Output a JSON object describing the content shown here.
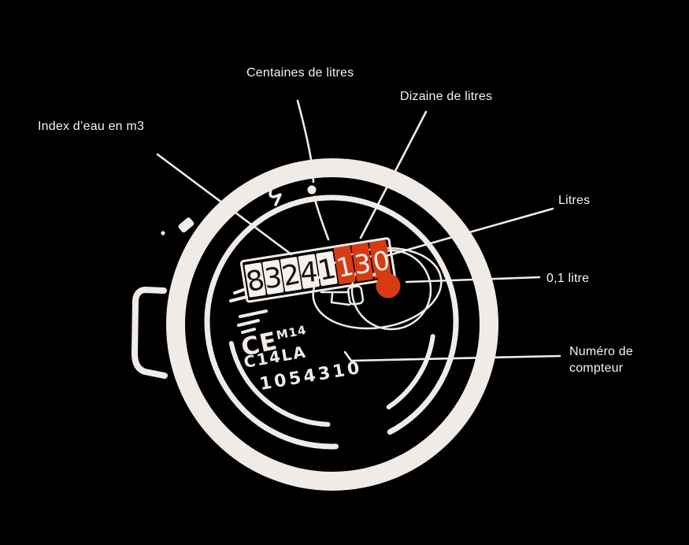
{
  "labels": {
    "index": "Index d’eau en m3",
    "centaines": "Centaines de litres",
    "dizaine": "Dizaine de litres",
    "litres": "Litres",
    "litre_01": "0,1 litre",
    "numero": "Numéro de compteur"
  },
  "meter": {
    "white_digits": [
      "8",
      "3",
      "2",
      "4",
      "1"
    ],
    "red_digits": [
      "1",
      "3",
      "0"
    ],
    "decimal_separator": ".",
    "ce_marking": "CE",
    "ce_marking_sup": "M14",
    "model_marking": "C14LA",
    "serial_number": "1054310"
  },
  "colors": {
    "background": "#000000",
    "ink": "#f1ebe7",
    "accent_red": "#d83a14",
    "digit_dark": "#17120f",
    "label_text": "#f7f4f2"
  }
}
